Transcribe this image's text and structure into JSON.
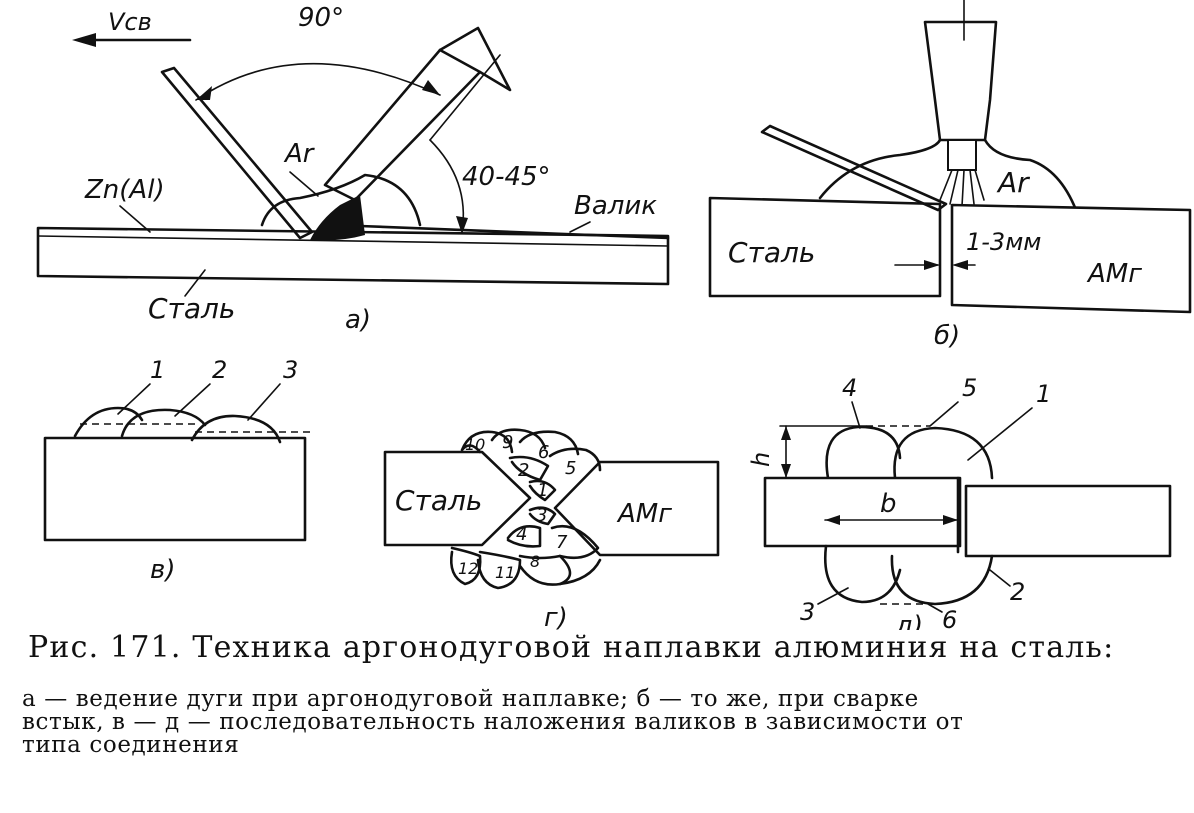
{
  "figure": {
    "panel_a": {
      "speed_label": "Vсв",
      "angle_top": "90°",
      "angle_side": "40-45°",
      "gas": "Ar",
      "coating": "Zn(Al)",
      "bead": "Валик",
      "base": "Сталь",
      "tag": "а)"
    },
    "panel_b": {
      "gas": "Ar",
      "left": "Сталь",
      "gap": "1-3мм",
      "right": "АМг",
      "tag": "б)"
    },
    "panel_v": {
      "beads": [
        "1",
        "2",
        "3"
      ],
      "tag": "в)"
    },
    "panel_g": {
      "left": "Сталь",
      "right": "АМг",
      "beads": [
        "1",
        "2",
        "3",
        "4",
        "5",
        "6",
        "7",
        "8",
        "9",
        "10",
        "11",
        "12"
      ],
      "tag": "г)"
    },
    "panel_d": {
      "beads": [
        "1",
        "2",
        "3",
        "4",
        "5",
        "6"
      ],
      "height": "h",
      "width": "b",
      "tag": "д)"
    }
  },
  "caption": {
    "title": "Рис. 171. Техника аргонодуговой наплавки алюминия на сталь:",
    "lines": [
      "а — ведение дуги при аргонодуговой наплавке; б — то же, при сварке",
      "встык, в — д — последовательность наложения валиков в зависимости от",
      "типа соединения"
    ]
  }
}
